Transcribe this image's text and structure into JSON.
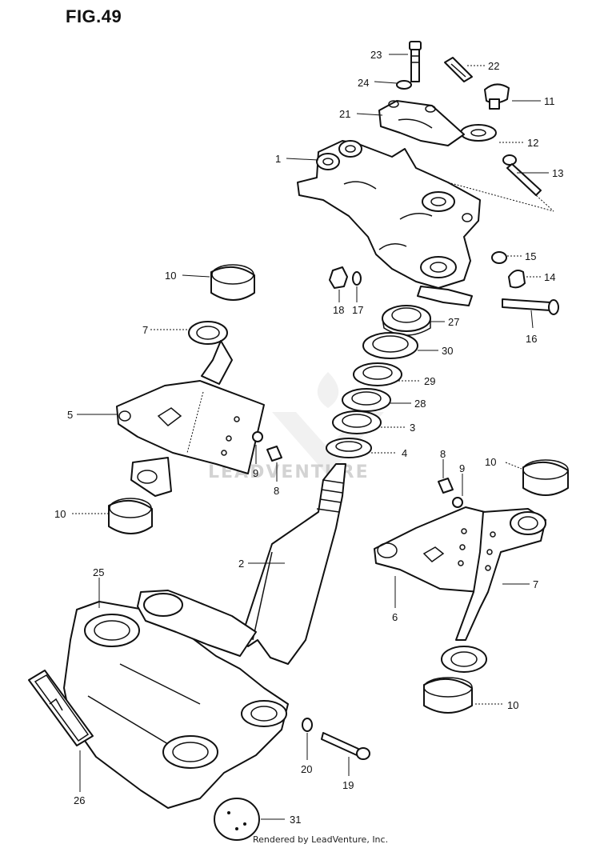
{
  "figure_title": "FIG.49",
  "footer_text": "Rendered by LeadVenture, Inc.",
  "watermark_text": "LEADVENTURE",
  "callouts": {
    "c1": "1",
    "c2": "2",
    "c3": "3",
    "c4": "4",
    "c5": "5",
    "c6": "6",
    "c7a": "7",
    "c7b": "7",
    "c8a": "8",
    "c8b": "8",
    "c9a": "9",
    "c9b": "9",
    "c10a": "10",
    "c10b": "10",
    "c10c": "10",
    "c10d": "10",
    "c11": "11",
    "c12": "12",
    "c13": "13",
    "c14": "14",
    "c15": "15",
    "c16": "16",
    "c17": "17",
    "c18": "18",
    "c19": "19",
    "c20": "20",
    "c21": "21",
    "c22": "22",
    "c23": "23",
    "c24": "24",
    "c25": "25",
    "c26": "26",
    "c27": "27",
    "c28": "28",
    "c29": "29",
    "c30": "30",
    "c31": "31"
  }
}
